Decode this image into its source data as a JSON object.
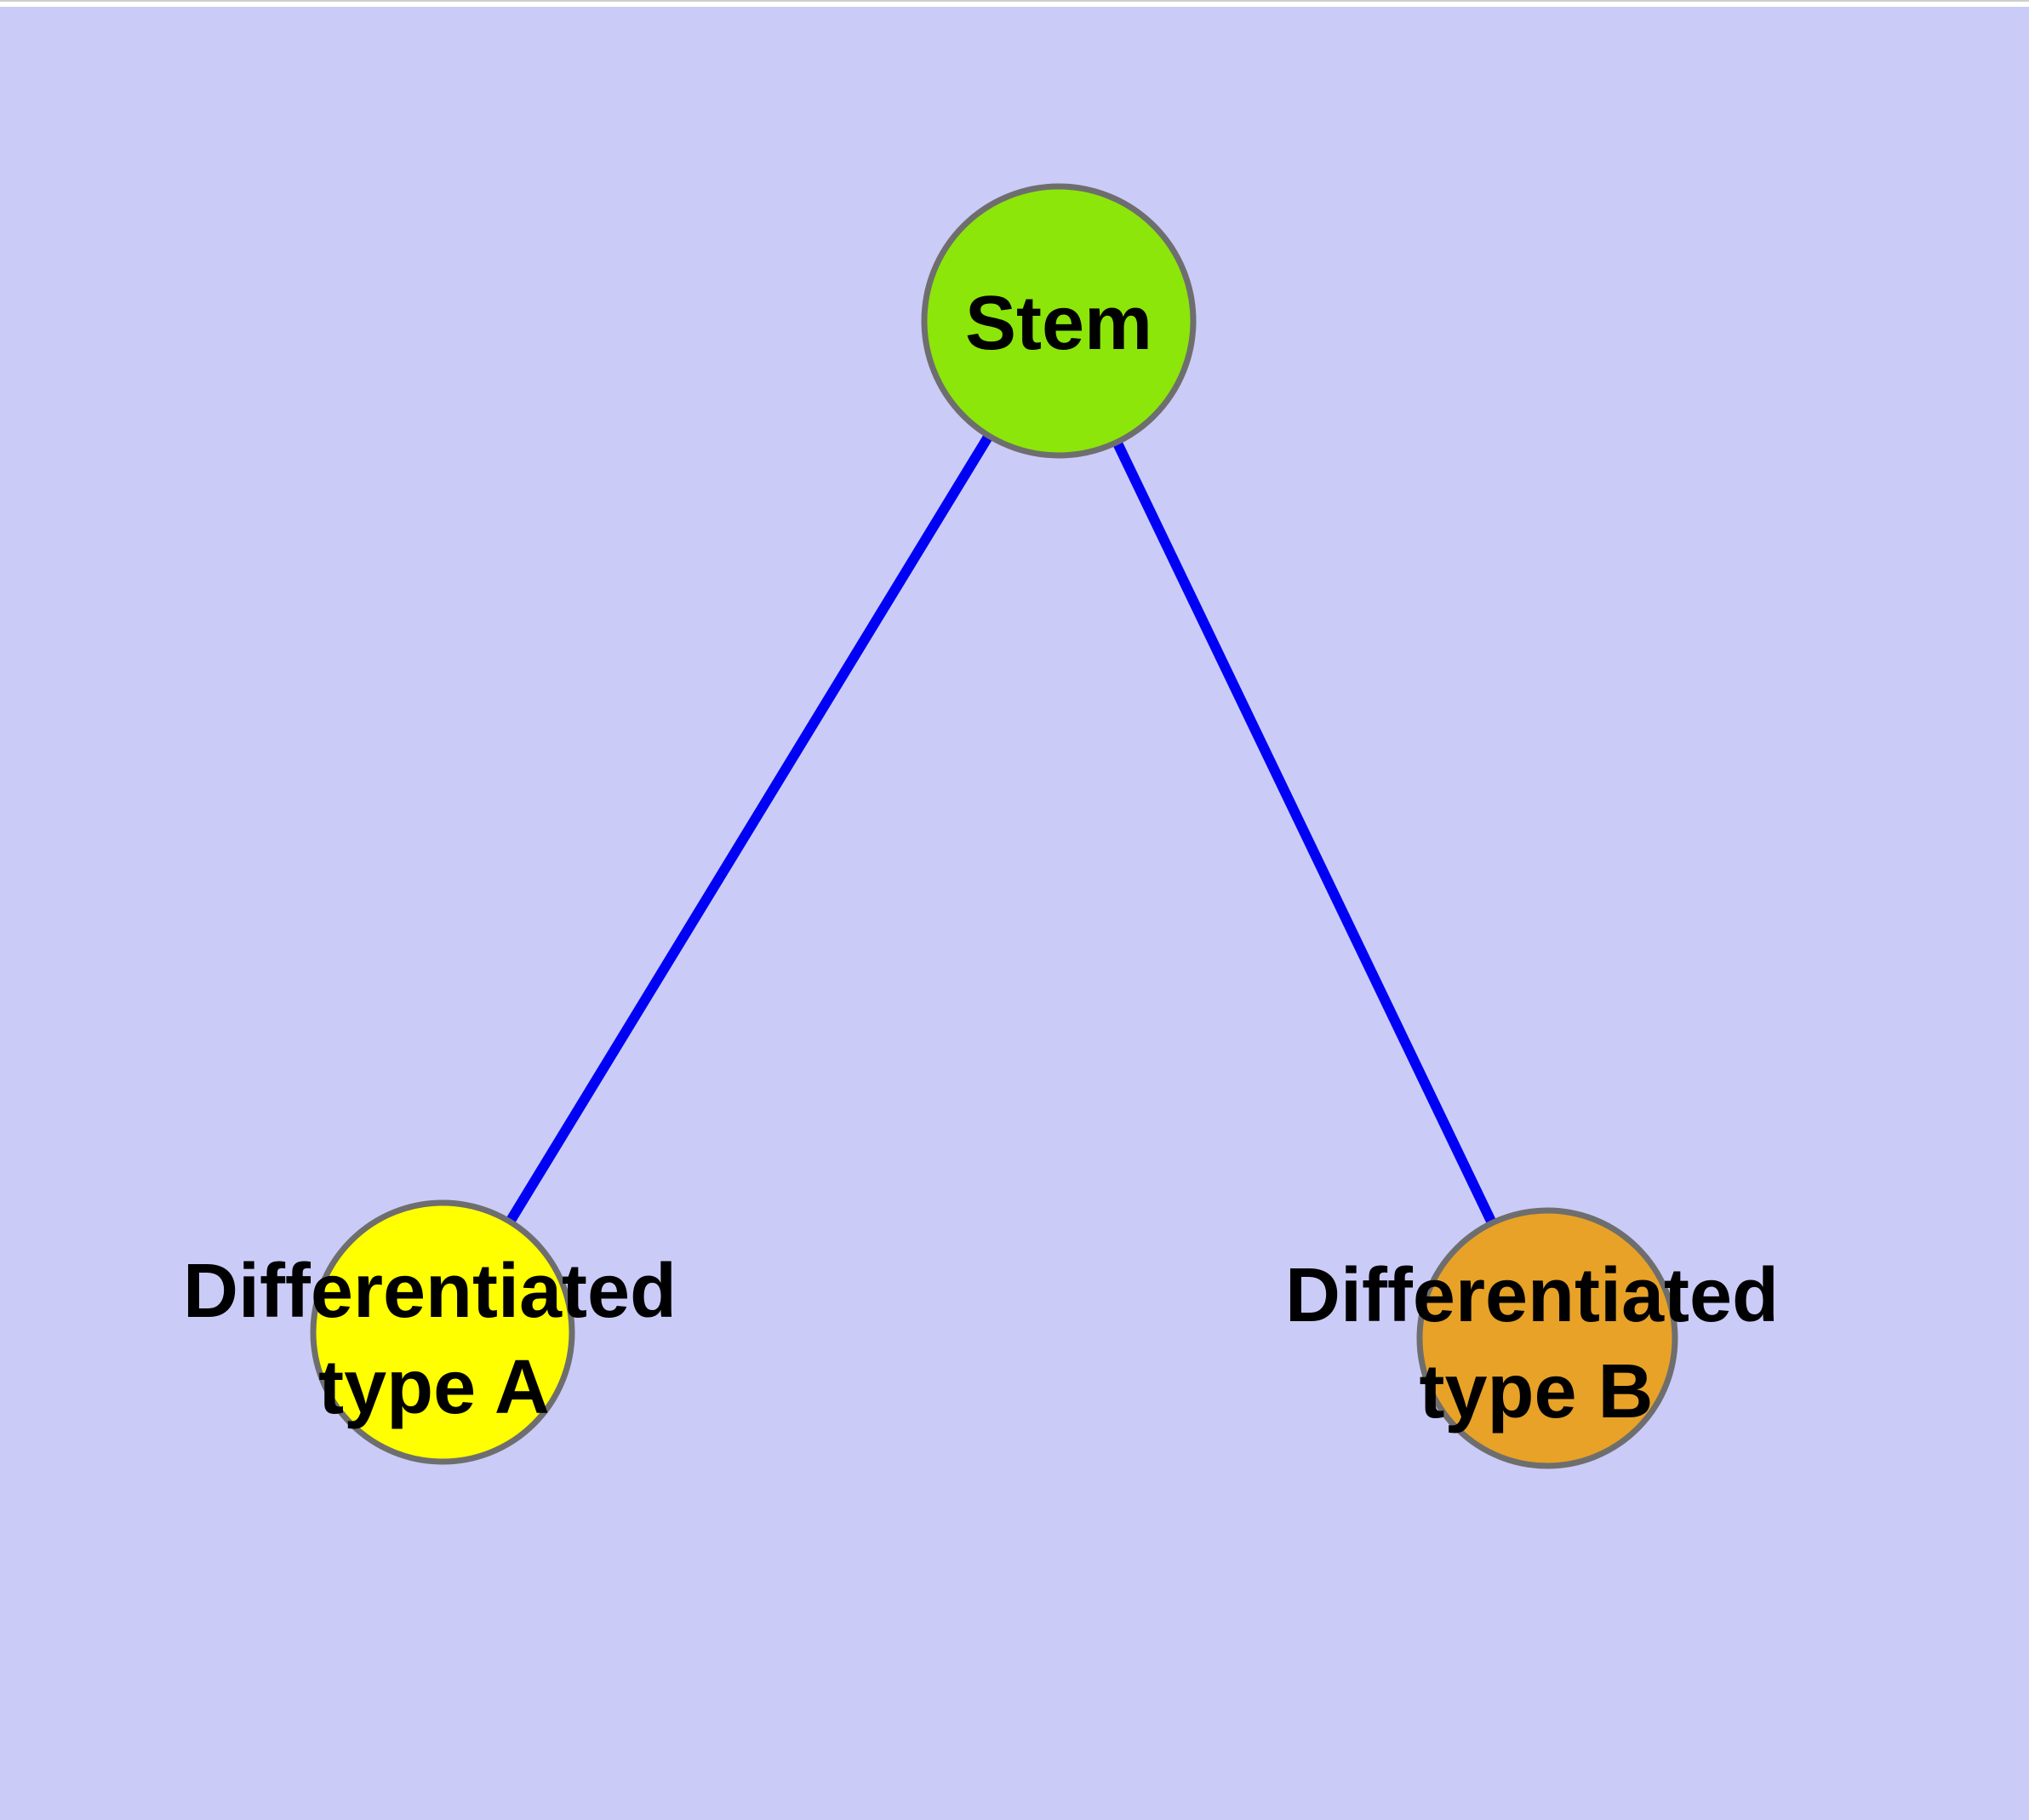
{
  "canvas": {
    "background_color": "#CBCBF8",
    "top_strip_color": "#FFFFFF",
    "top_hairline_color": "#CFCFCF"
  },
  "colors": {
    "edge": "#0000F5",
    "node_border": "#6E6E6E",
    "label": "#000000"
  },
  "nodes": [
    {
      "id": "stem",
      "label": "Stem",
      "color": "#8CE60A"
    },
    {
      "id": "type-a",
      "label_line1": "Differentiated",
      "label_line2": "type A",
      "color": "#FFFF00"
    },
    {
      "id": "type-b",
      "label_line1": "Differentiated",
      "label_line2": "type B",
      "color": "#E7A227"
    }
  ],
  "edges": [
    {
      "from": "Stem",
      "to": "Differentiated type A"
    },
    {
      "from": "Stem",
      "to": "Differentiated type B"
    }
  ]
}
